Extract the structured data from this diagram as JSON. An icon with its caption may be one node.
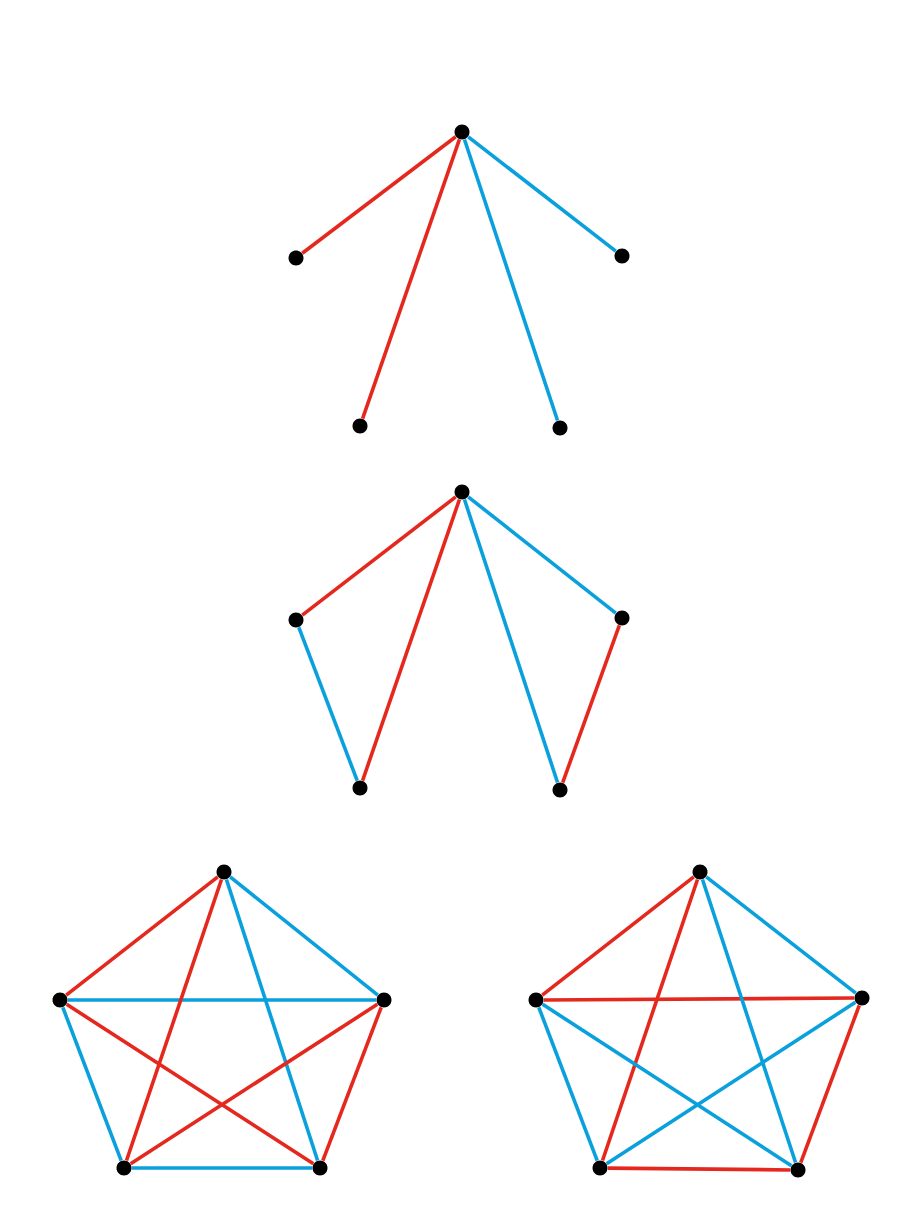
{
  "diagram": {
    "nodes": [
      {
        "text": [],
        "shape": "circle"
      },
      {
        "text": [],
        "shape": "circle"
      },
      {
        "text": [],
        "shape": "circle"
      },
      {
        "text": [],
        "shape": "circle"
      },
      {
        "text": [],
        "shape": "circle"
      },
      {
        "text": [],
        "shape": "circle"
      },
      {
        "text": [],
        "shape": "circle"
      },
      {
        "text": [],
        "shape": "circle"
      },
      {
        "text": [],
        "shape": "circle"
      },
      {
        "text": [],
        "shape": "circle"
      },
      {
        "text": [],
        "shape": "circle"
      },
      {
        "text": [],
        "shape": "circle"
      },
      {
        "text": [],
        "shape": "circle"
      },
      {
        "text": [],
        "shape": "circle"
      },
      {
        "text": [],
        "shape": "circle"
      },
      {
        "text": [],
        "shape": "circle"
      },
      {
        "text": [],
        "shape": "circle"
      },
      {
        "text": [],
        "shape": "circle"
      },
      {
        "text": [],
        "shape": "circle"
      },
      {
        "text": [],
        "shape": "circle"
      }
    ],
    "edges": [
      {
        "from": 0,
        "to": 1,
        "arrow": "none",
        "color": "#e5281e"
      },
      {
        "from": 0,
        "to": 3,
        "arrow": "none",
        "color": "#e5281e"
      },
      {
        "from": 0,
        "to": 4,
        "arrow": "none",
        "color": "#0aa0dc"
      },
      {
        "from": 0,
        "to": 2,
        "arrow": "none",
        "color": "#0aa0dc"
      },
      {
        "from": 5,
        "to": 6,
        "arrow": "none",
        "color": "#e5281e"
      },
      {
        "from": 5,
        "to": 8,
        "arrow": "none",
        "color": "#e5281e"
      },
      {
        "from": 5,
        "to": 9,
        "arrow": "none",
        "color": "#0aa0dc"
      },
      {
        "from": 5,
        "to": 7,
        "arrow": "none",
        "color": "#0aa0dc"
      },
      {
        "from": 6,
        "to": 8,
        "arrow": "none",
        "color": "#0aa0dc"
      },
      {
        "from": 7,
        "to": 9,
        "arrow": "none",
        "color": "#e5281e"
      },
      {
        "from": 10,
        "to": 11,
        "arrow": "none",
        "color": "#e5281e"
      },
      {
        "from": 10,
        "to": 12,
        "arrow": "none",
        "color": "#0aa0dc"
      },
      {
        "from": 11,
        "to": 12,
        "arrow": "none",
        "color": "#0aa0dc"
      },
      {
        "from": 11,
        "to": 13,
        "arrow": "none",
        "color": "#0aa0dc"
      },
      {
        "from": 12,
        "to": 14,
        "arrow": "none",
        "color": "#e5281e"
      },
      {
        "from": 13,
        "to": 14,
        "arrow": "none",
        "color": "#0aa0dc"
      },
      {
        "from": 10,
        "to": 13,
        "arrow": "none",
        "color": "#e5281e"
      },
      {
        "from": 10,
        "to": 14,
        "arrow": "none",
        "color": "#0aa0dc"
      },
      {
        "from": 11,
        "to": 14,
        "arrow": "none",
        "color": "#e5281e"
      },
      {
        "from": 12,
        "to": 13,
        "arrow": "none",
        "color": "#e5281e"
      },
      {
        "from": 15,
        "to": 16,
        "arrow": "none",
        "color": "#e5281e"
      },
      {
        "from": 15,
        "to": 17,
        "arrow": "none",
        "color": "#0aa0dc"
      },
      {
        "from": 16,
        "to": 17,
        "arrow": "none",
        "color": "#e5281e"
      },
      {
        "from": 16,
        "to": 18,
        "arrow": "none",
        "color": "#0aa0dc"
      },
      {
        "from": 17,
        "to": 19,
        "arrow": "none",
        "color": "#e5281e"
      },
      {
        "from": 18,
        "to": 19,
        "arrow": "none",
        "color": "#e5281e"
      },
      {
        "from": 15,
        "to": 18,
        "arrow": "none",
        "color": "#e5281e"
      },
      {
        "from": 15,
        "to": 19,
        "arrow": "none",
        "color": "#0aa0dc"
      },
      {
        "from": 16,
        "to": 19,
        "arrow": "none",
        "color": "#0aa0dc"
      },
      {
        "from": 17,
        "to": 18,
        "arrow": "none",
        "color": "#0aa0dc"
      }
    ]
  }
}
